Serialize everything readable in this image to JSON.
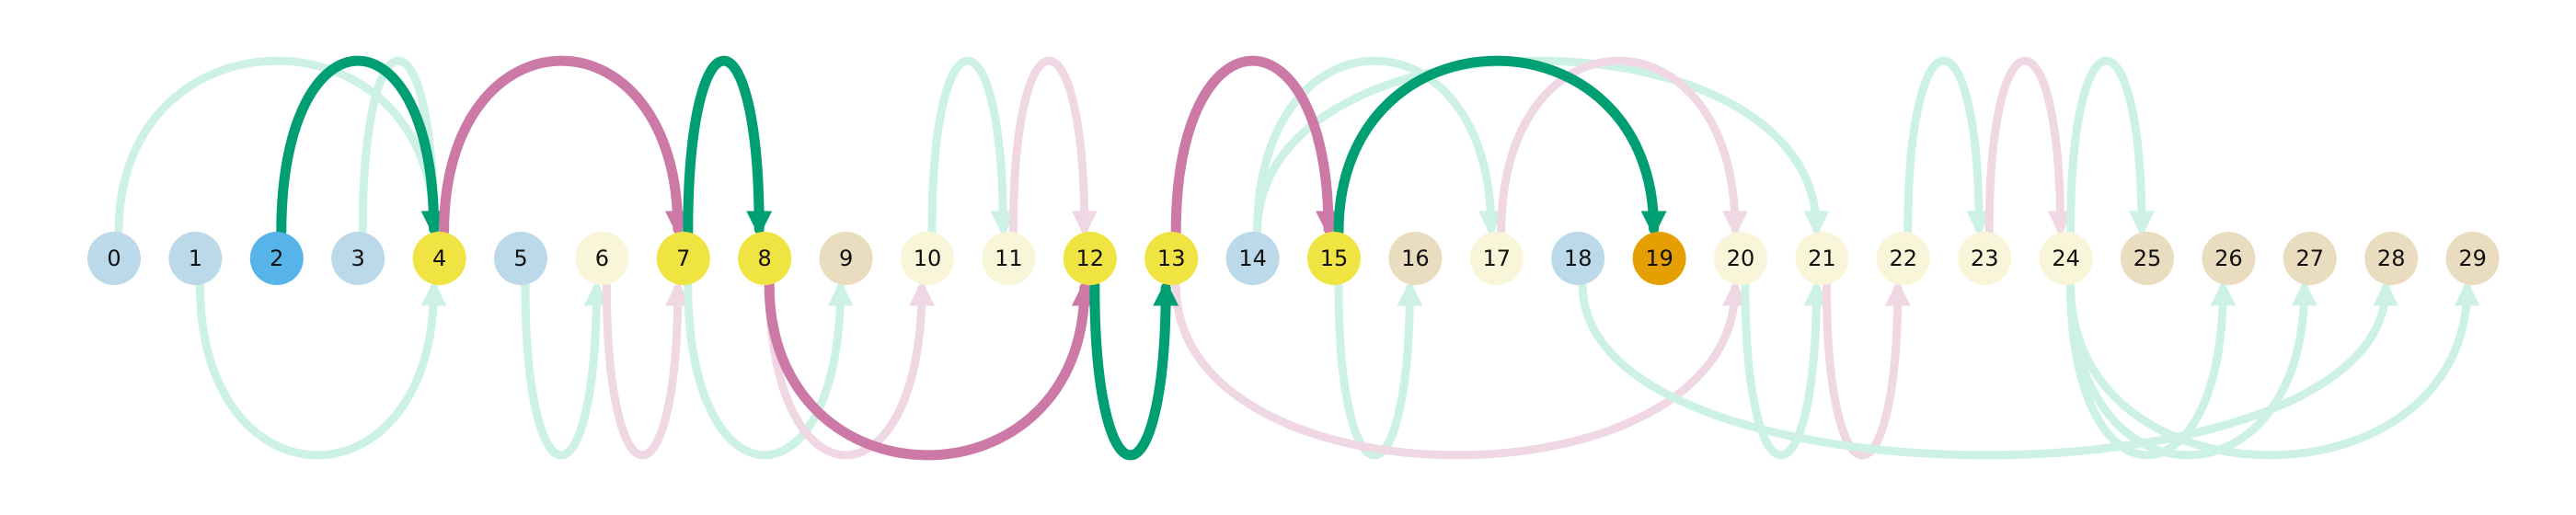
{
  "colors": {
    "green": "#009E73",
    "pink": "#CC79A7",
    "green_faint": "#CDF2E5",
    "pink_faint": "#F0D7E4",
    "blue_light": "#BBD9E8",
    "cream": "#F8F5D8",
    "yellow": "#F0E442",
    "beige": "#EADCBF",
    "blue": "#56B4E9",
    "orange": "#E69F00"
  },
  "nodes": [
    {
      "id": 0,
      "label": "0",
      "fill": "blue_light"
    },
    {
      "id": 1,
      "label": "1",
      "fill": "blue_light"
    },
    {
      "id": 2,
      "label": "2",
      "fill": "blue"
    },
    {
      "id": 3,
      "label": "3",
      "fill": "blue_light"
    },
    {
      "id": 4,
      "label": "4",
      "fill": "yellow"
    },
    {
      "id": 5,
      "label": "5",
      "fill": "blue_light"
    },
    {
      "id": 6,
      "label": "6",
      "fill": "cream"
    },
    {
      "id": 7,
      "label": "7",
      "fill": "yellow"
    },
    {
      "id": 8,
      "label": "8",
      "fill": "yellow"
    },
    {
      "id": 9,
      "label": "9",
      "fill": "beige"
    },
    {
      "id": 10,
      "label": "10",
      "fill": "cream"
    },
    {
      "id": 11,
      "label": "11",
      "fill": "cream"
    },
    {
      "id": 12,
      "label": "12",
      "fill": "yellow"
    },
    {
      "id": 13,
      "label": "13",
      "fill": "yellow"
    },
    {
      "id": 14,
      "label": "14",
      "fill": "blue_light"
    },
    {
      "id": 15,
      "label": "15",
      "fill": "yellow"
    },
    {
      "id": 16,
      "label": "16",
      "fill": "beige"
    },
    {
      "id": 17,
      "label": "17",
      "fill": "cream"
    },
    {
      "id": 18,
      "label": "18",
      "fill": "blue_light"
    },
    {
      "id": 19,
      "label": "19",
      "fill": "orange"
    },
    {
      "id": 20,
      "label": "20",
      "fill": "cream"
    },
    {
      "id": 21,
      "label": "21",
      "fill": "cream"
    },
    {
      "id": 22,
      "label": "22",
      "fill": "cream"
    },
    {
      "id": 23,
      "label": "23",
      "fill": "cream"
    },
    {
      "id": 24,
      "label": "24",
      "fill": "cream"
    },
    {
      "id": 25,
      "label": "25",
      "fill": "beige"
    },
    {
      "id": 26,
      "label": "26",
      "fill": "beige"
    },
    {
      "id": 27,
      "label": "27",
      "fill": "beige"
    },
    {
      "id": 28,
      "label": "28",
      "fill": "beige"
    },
    {
      "id": 29,
      "label": "29",
      "fill": "beige"
    }
  ],
  "edges": [
    {
      "from": 0,
      "to": 4,
      "side": "top",
      "color": "green_faint"
    },
    {
      "from": 3,
      "to": 4,
      "side": "top",
      "color": "green_faint"
    },
    {
      "from": 1,
      "to": 4,
      "side": "bottom",
      "color": "green_faint"
    },
    {
      "from": 5,
      "to": 6,
      "side": "bottom",
      "color": "green_faint"
    },
    {
      "from": 6,
      "to": 7,
      "side": "bottom",
      "color": "pink_faint"
    },
    {
      "from": 7,
      "to": 9,
      "side": "bottom",
      "color": "green_faint"
    },
    {
      "from": 8,
      "to": 10,
      "side": "bottom",
      "color": "pink_faint"
    },
    {
      "from": 10,
      "to": 11,
      "side": "top",
      "color": "green_faint"
    },
    {
      "from": 11,
      "to": 12,
      "side": "top",
      "color": "pink_faint"
    },
    {
      "from": 14,
      "to": 17,
      "side": "top",
      "color": "green_faint"
    },
    {
      "from": 14,
      "to": 21,
      "side": "top",
      "color": "green_faint"
    },
    {
      "from": 17,
      "to": 20,
      "side": "top",
      "color": "pink_faint"
    },
    {
      "from": 15,
      "to": 16,
      "side": "bottom",
      "color": "green_faint"
    },
    {
      "from": 13,
      "to": 20,
      "side": "bottom",
      "color": "pink_faint"
    },
    {
      "from": 20,
      "to": 21,
      "side": "bottom",
      "color": "green_faint"
    },
    {
      "from": 21,
      "to": 22,
      "side": "bottom",
      "color": "pink_faint"
    },
    {
      "from": 22,
      "to": 23,
      "side": "top",
      "color": "green_faint"
    },
    {
      "from": 23,
      "to": 24,
      "side": "top",
      "color": "pink_faint"
    },
    {
      "from": 24,
      "to": 25,
      "side": "top",
      "color": "green_faint"
    },
    {
      "from": 18,
      "to": 28,
      "side": "bottom",
      "color": "green_faint"
    },
    {
      "from": 24,
      "to": 27,
      "side": "bottom",
      "color": "green_faint"
    },
    {
      "from": 24,
      "to": 26,
      "side": "bottom",
      "color": "green_faint"
    },
    {
      "from": 24,
      "to": 29,
      "side": "bottom",
      "color": "green_faint"
    },
    {
      "from": 2,
      "to": 4,
      "side": "top",
      "color": "green"
    },
    {
      "from": 4,
      "to": 7,
      "side": "top",
      "color": "pink"
    },
    {
      "from": 7,
      "to": 8,
      "side": "top",
      "color": "green"
    },
    {
      "from": 8,
      "to": 12,
      "side": "bottom",
      "color": "pink"
    },
    {
      "from": 12,
      "to": 13,
      "side": "bottom",
      "color": "green"
    },
    {
      "from": 13,
      "to": 15,
      "side": "top",
      "color": "pink"
    },
    {
      "from": 15,
      "to": 19,
      "side": "top",
      "color": "green"
    }
  ]
}
